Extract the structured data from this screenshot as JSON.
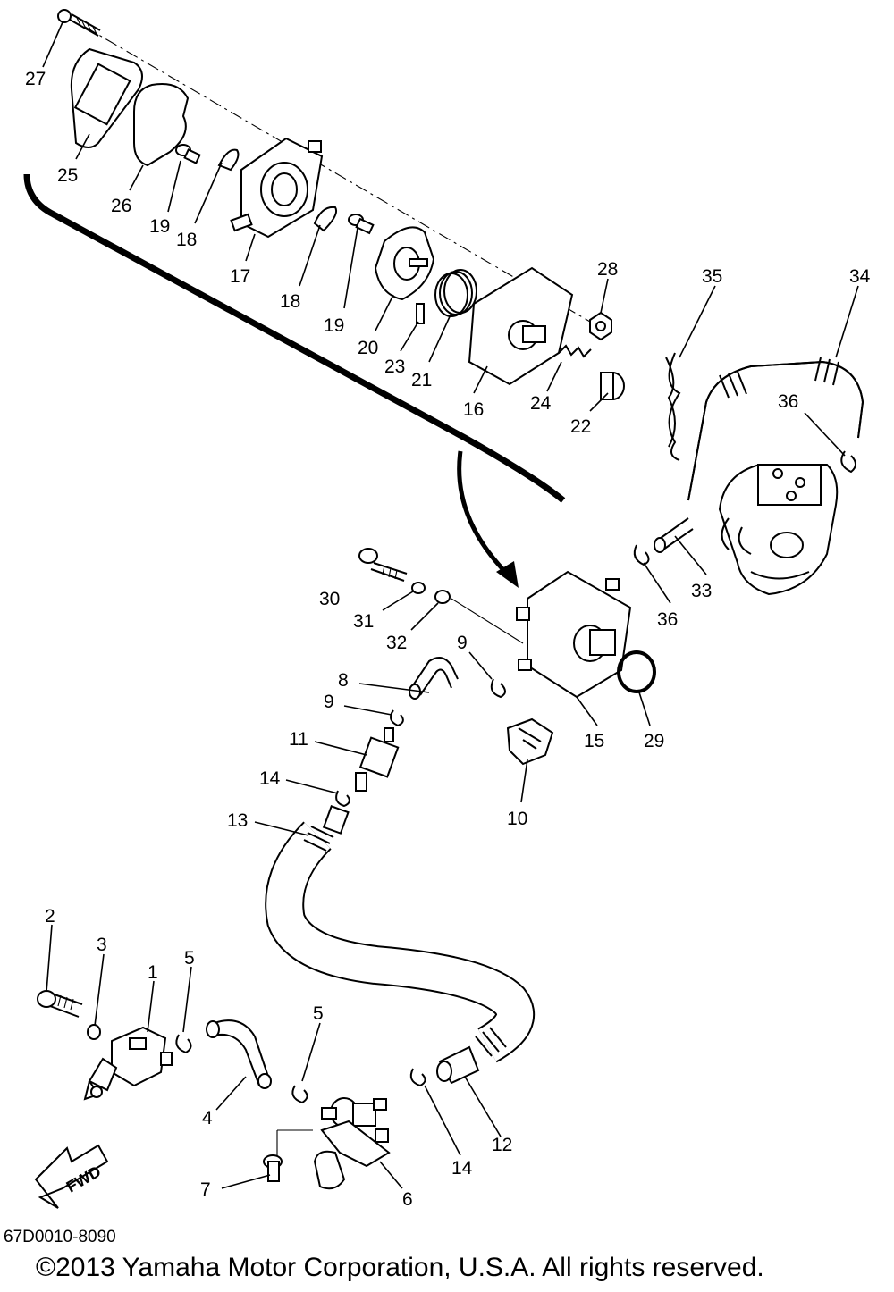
{
  "diagram": {
    "drawing_code": "67D0010-8090",
    "copyright": "©2013 Yamaha Motor Corporation, U.S.A. All rights reserved.",
    "fwd_label": "FWD",
    "callouts": {
      "c1": "1",
      "c2": "2",
      "c3": "3",
      "c4": "4",
      "c5a": "5",
      "c5b": "5",
      "c6": "6",
      "c7": "7",
      "c8": "8",
      "c9a": "9",
      "c9b": "9",
      "c10": "10",
      "c11": "11",
      "c12": "12",
      "c13": "13",
      "c14a": "14",
      "c14b": "14",
      "c15": "15",
      "c16": "16",
      "c17": "17",
      "c18a": "18",
      "c18b": "18",
      "c19a": "19",
      "c19b": "19",
      "c20": "20",
      "c21": "21",
      "c22": "22",
      "c23": "23",
      "c24": "24",
      "c25": "25",
      "c26": "26",
      "c27": "27",
      "c28": "28",
      "c29": "29",
      "c30": "30",
      "c31": "31",
      "c32": "32",
      "c33": "33",
      "c34": "34",
      "c35": "35",
      "c36a": "36",
      "c36b": "36"
    }
  }
}
